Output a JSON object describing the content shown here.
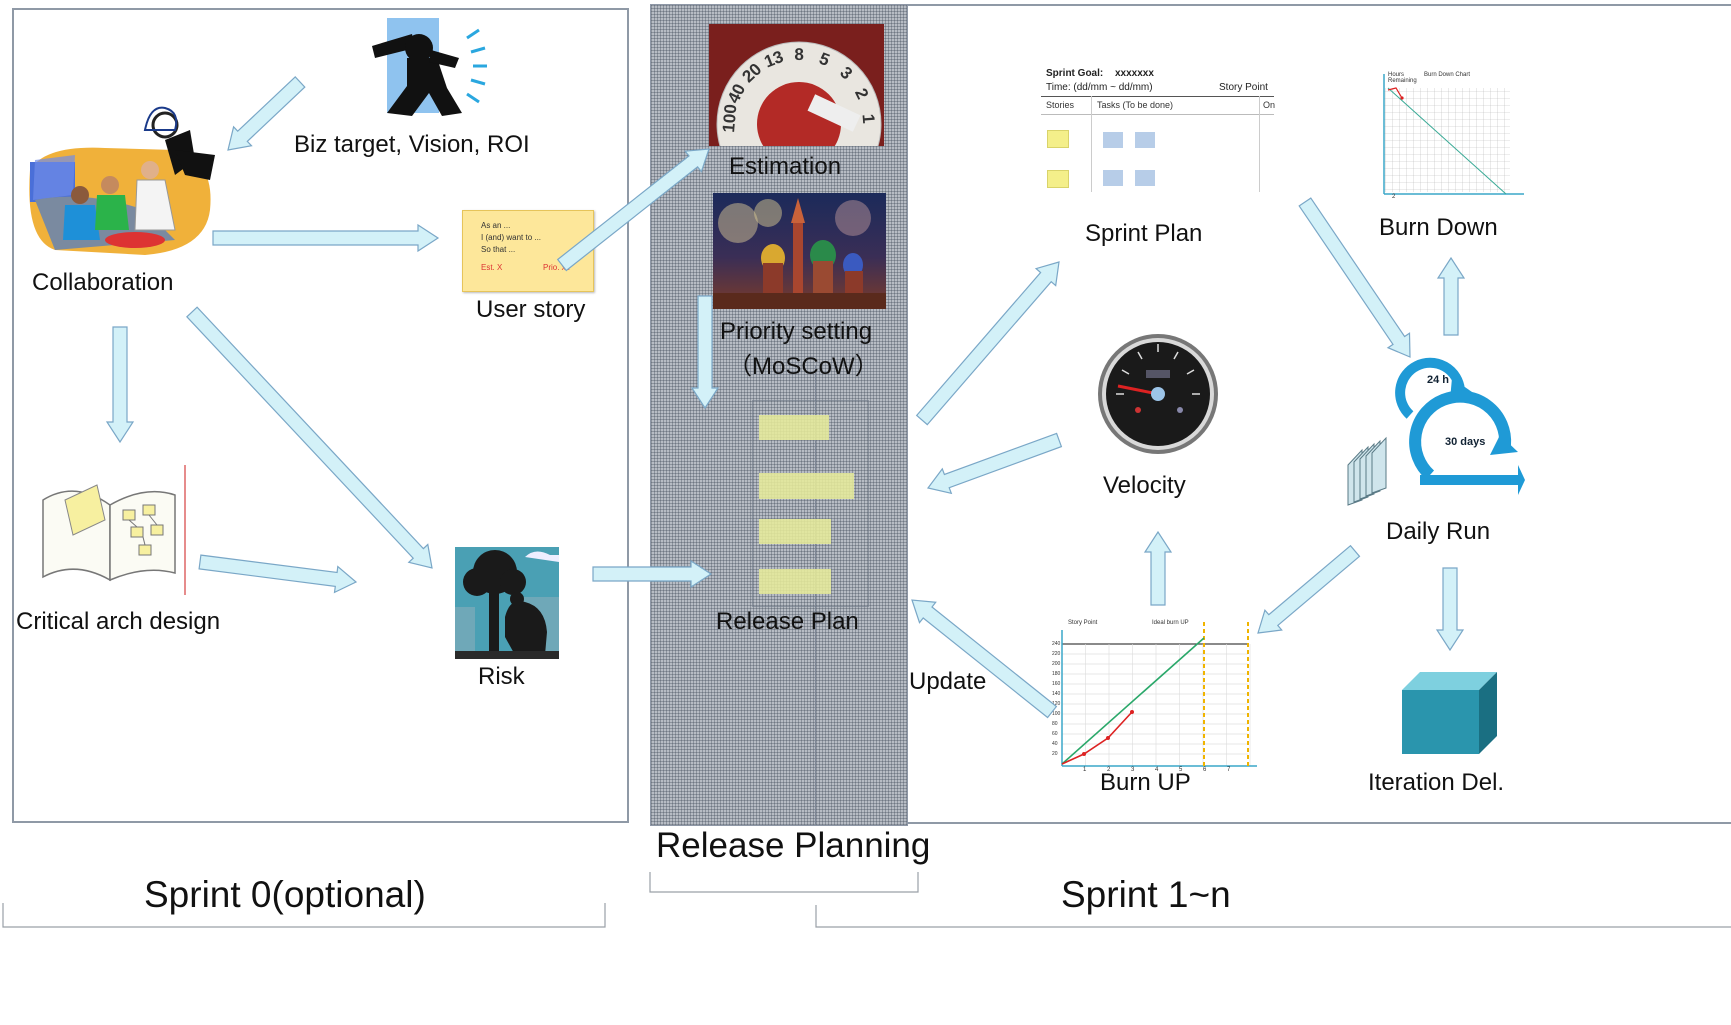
{
  "sections": {
    "sprint0": "Sprint 0(optional)",
    "release": "Release Planning",
    "sprints": "Sprint 1~n"
  },
  "nodes": {
    "biz": "Biz target, Vision, ROI",
    "collab": "Collaboration",
    "userstory": "User story",
    "arch": "Critical arch design",
    "risk": "Risk",
    "estimation": "Estimation",
    "priority_line1": "Priority setting",
    "priority_line2": "（MoSCoW）",
    "releaseplan": "Release Plan",
    "sprintplan": "Sprint Plan",
    "burndown": "Burn Down",
    "velocity": "Velocity",
    "dailyrun": "Daily Run",
    "burnup": "Burn UP",
    "iteration": "Iteration Del.",
    "update": "Update"
  },
  "userstory_card": {
    "line1": "As an ...",
    "line2": "I (and) want to ...",
    "line3": "So that ...",
    "est": "Est. X",
    "prio": "Prio. xx"
  },
  "estimation_dial": [
    "100",
    "40",
    "20",
    "13",
    "8",
    "5",
    "3",
    "2",
    "1"
  ],
  "sprintplan_card": {
    "goal_label": "Sprint Goal:",
    "goal_value": "xxxxxxx",
    "time": "Time:  (dd/mm ~ dd/mm)",
    "story_point": "Story Point",
    "col_stories": "Stories",
    "col_tasks": "Tasks  (To be done)",
    "col_on": "On"
  },
  "burndown_chart": {
    "title": "Burn Down Chart",
    "ylabel": "Hours Remaining",
    "xtick": "2"
  },
  "daily_run": {
    "inner": "24 h",
    "outer": "30 days"
  },
  "burnup_chart": {
    "ylabel": "Story Point",
    "legend": "Ideal burn UP",
    "yticks": [
      "240",
      "220",
      "200",
      "180",
      "160",
      "140",
      "120",
      "100",
      "80",
      "60",
      "40",
      "20"
    ],
    "xticks": [
      "1",
      "2",
      "3",
      "4",
      "5",
      "6",
      "7"
    ]
  },
  "colors": {
    "arrow_fill": "#d3f1f8",
    "arrow_stroke": "#7aa7c7",
    "panel_border": "#8f99a6",
    "sticky": "#e8ec9a",
    "cube": "#2a8fa4"
  }
}
